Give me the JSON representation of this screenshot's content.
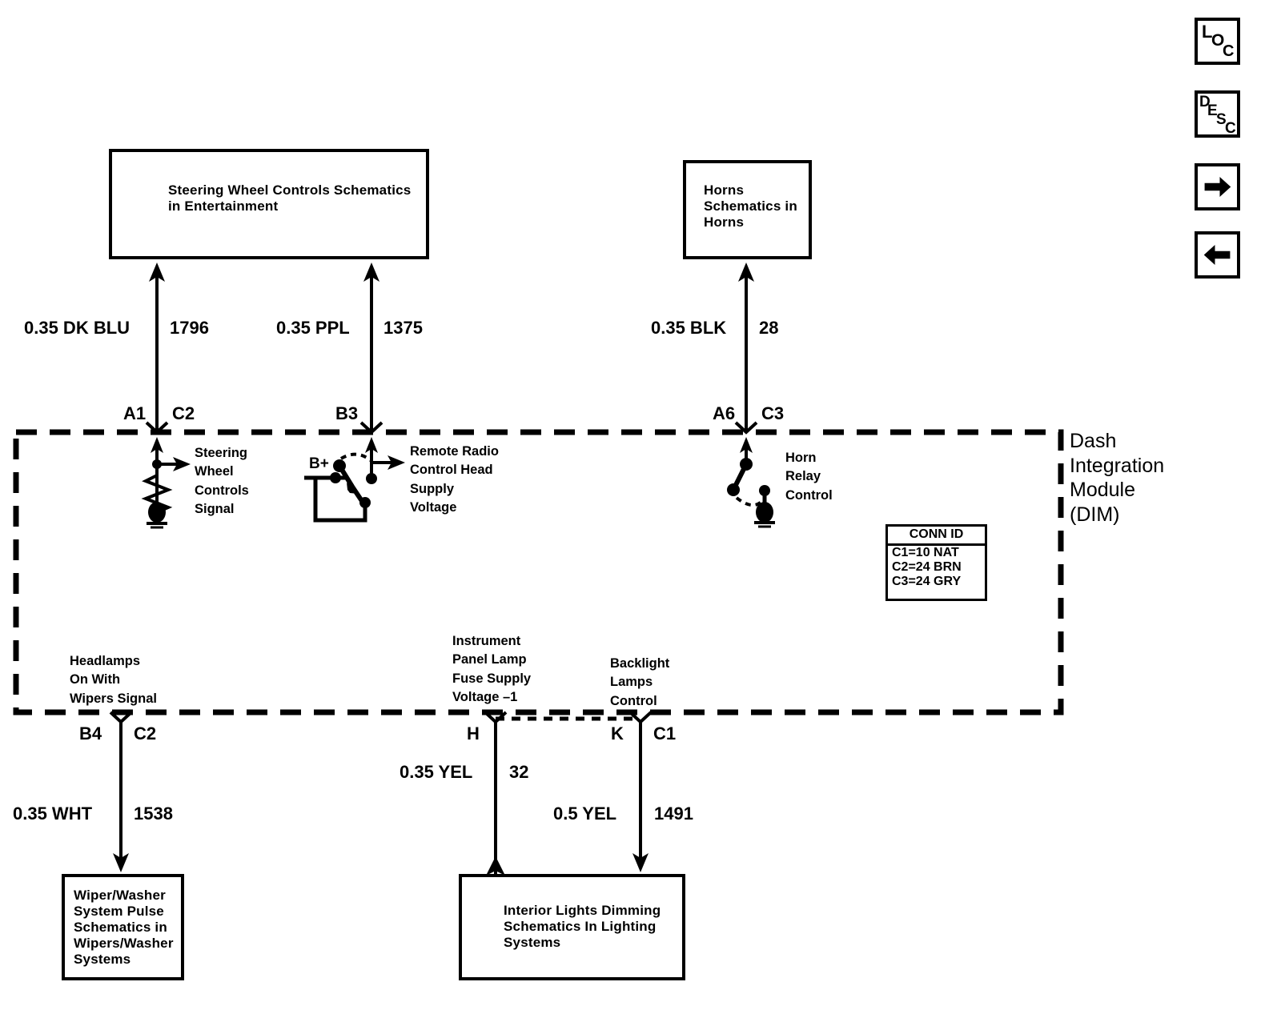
{
  "diagram": {
    "title": "Dash Integration Module (DIM) wiring schematic",
    "module_label": "Dash\nIntegration\nModule\n(DIM)"
  },
  "nav_buttons": [
    {
      "name": "loc-button",
      "label": "LOC",
      "letters": [
        "L",
        "O",
        "C"
      ],
      "type": "diagonal-text"
    },
    {
      "name": "desc-button",
      "label": "DESC",
      "letters": [
        "D",
        "E",
        "S",
        "C"
      ],
      "type": "diagonal-text"
    },
    {
      "name": "next-button",
      "label": "right-arrow",
      "type": "arrow-right"
    },
    {
      "name": "prev-button",
      "label": "left-arrow",
      "type": "arrow-left"
    }
  ],
  "schematic_boxes": [
    {
      "id": "steering-wheel-controls",
      "lines": [
        "Steering Wheel Controls",
        "Schematics in Entertainment"
      ]
    },
    {
      "id": "horns",
      "lines": [
        "Horns",
        "Schematics",
        "in Horns"
      ]
    },
    {
      "id": "wiper-washer",
      "lines": [
        "Wiper/Washer",
        "System Pulse",
        "Schematics in",
        "Wipers/Washer",
        "Systems"
      ]
    },
    {
      "id": "interior-lights",
      "lines": [
        "Interior Lights",
        "Dimming Schematics",
        "In Lighting Systems"
      ]
    }
  ],
  "wires": [
    {
      "id": "wire-1796",
      "gauge_color": "0.35 DK BLU",
      "circuit": "1796",
      "direction": "up"
    },
    {
      "id": "wire-1375",
      "gauge_color": "0.35 PPL",
      "circuit": "1375",
      "direction": "up"
    },
    {
      "id": "wire-28",
      "gauge_color": "0.35 BLK",
      "circuit": "28",
      "direction": "up"
    },
    {
      "id": "wire-1538",
      "gauge_color": "0.35 WHT",
      "circuit": "1538",
      "direction": "down"
    },
    {
      "id": "wire-32",
      "gauge_color": "0.35 YEL",
      "circuit": "32",
      "direction": "up"
    },
    {
      "id": "wire-1491",
      "gauge_color": "0.5 YEL",
      "circuit": "1491",
      "direction": "down"
    }
  ],
  "pins": [
    {
      "id": "pin-a1",
      "terminal": "A1",
      "connector": "C2"
    },
    {
      "id": "pin-b3",
      "terminal": "B3",
      "connector": ""
    },
    {
      "id": "pin-a6",
      "terminal": "A6",
      "connector": "C3"
    },
    {
      "id": "pin-b4",
      "terminal": "B4",
      "connector": "C2"
    },
    {
      "id": "pin-h",
      "terminal": "H",
      "connector": ""
    },
    {
      "id": "pin-k",
      "terminal": "K",
      "connector": "C1"
    }
  ],
  "signal_labels": [
    {
      "id": "steering-wheel-controls-signal",
      "lines": [
        "Steering",
        "Wheel",
        "Controls",
        "Signal"
      ]
    },
    {
      "id": "remote-radio-supply",
      "lines": [
        "Remote Radio",
        "Control Head",
        "Supply",
        "Voltage"
      ]
    },
    {
      "id": "horn-relay-control",
      "lines": [
        "Horn",
        "Relay",
        "Control"
      ]
    },
    {
      "id": "headlamps-on-with-wipers",
      "lines": [
        "Headlamps",
        "On With",
        "Wipers Signal"
      ]
    },
    {
      "id": "instrument-panel-lamp",
      "lines": [
        "Instrument",
        "Panel Lamp",
        "Fuse Supply",
        "Voltage –1"
      ]
    },
    {
      "id": "backlight-lamps-control",
      "lines": [
        "Backlight",
        "Lamps",
        "Control"
      ]
    }
  ],
  "battery_label": "B+",
  "conn_id_table": {
    "header": "CONN ID",
    "rows": [
      "C1=10 NAT",
      "C2=24 BRN",
      "C3=24 GRY"
    ]
  },
  "colors": {
    "ink": "#000000",
    "paper": "#ffffff"
  }
}
